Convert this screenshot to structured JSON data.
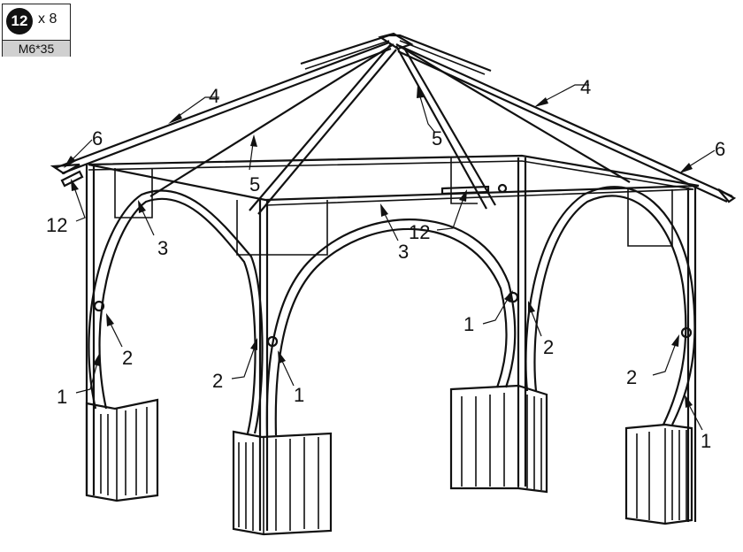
{
  "hardware": {
    "part_number": "12",
    "quantity": "x 8",
    "spec": "M6*35"
  },
  "callouts": [
    {
      "id": "cl-4-left",
      "label": "4"
    },
    {
      "id": "cl-4-right",
      "label": "4"
    },
    {
      "id": "cl-5-center",
      "label": "5"
    },
    {
      "id": "cl-5-left",
      "label": "5"
    },
    {
      "id": "cl-6-left",
      "label": "6"
    },
    {
      "id": "cl-6-right",
      "label": "6"
    },
    {
      "id": "cl-12-left",
      "label": "12"
    },
    {
      "id": "cl-12-center",
      "label": "12"
    },
    {
      "id": "cl-3-left",
      "label": "3"
    },
    {
      "id": "cl-3-center",
      "label": "3"
    },
    {
      "id": "cl-2-left",
      "label": "2"
    },
    {
      "id": "cl-2-midleft",
      "label": "2"
    },
    {
      "id": "cl-2-midright",
      "label": "2"
    },
    {
      "id": "cl-2-right",
      "label": "2"
    },
    {
      "id": "cl-1-left",
      "label": "1"
    },
    {
      "id": "cl-1-midleft",
      "label": "1"
    },
    {
      "id": "cl-1-midright",
      "label": "1"
    },
    {
      "id": "cl-1-right",
      "label": "1"
    }
  ]
}
